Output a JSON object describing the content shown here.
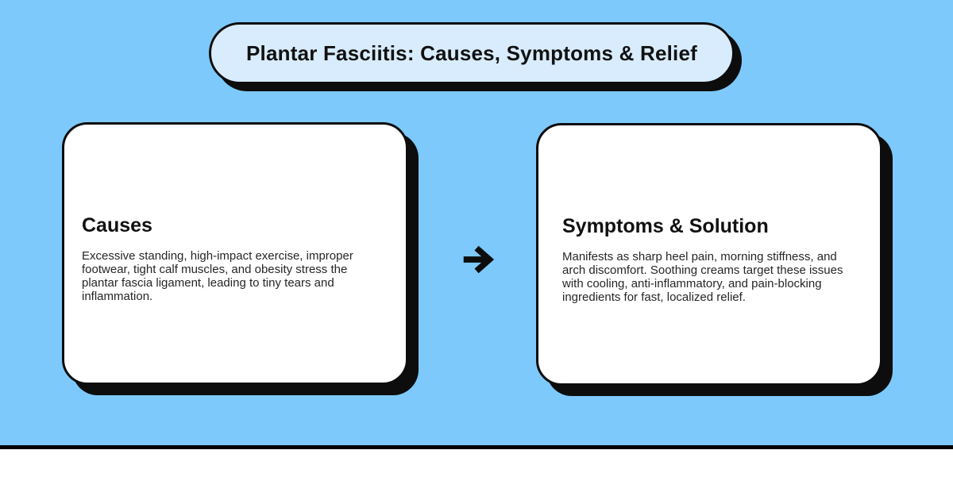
{
  "page": {
    "background_color": "#7dc9fc",
    "divider_color": "#000000",
    "footer_color": "#ffffff"
  },
  "title_banner": {
    "text": "Plantar Fasciitis: Causes, Symptoms & Relief",
    "fill_color": "#d9ecfd",
    "border_color": "#0d0d0d"
  },
  "cards": [
    {
      "heading": "Causes",
      "body": "Excessive standing, high-impact exercise, improper footwear, tight calf muscles, and obesity stress the plantar fascia ligament, leading to tiny tears and inflammation."
    },
    {
      "heading": "Symptoms & Solution",
      "body": "Manifests as sharp heel pain, morning stiffness, and arch discomfort. Soothing creams target these issues with cooling, anti-inflammatory, and pain-blocking ingredients for fast, localized relief."
    }
  ],
  "connector": {
    "icon": "arrow-right-icon",
    "glyph": "→",
    "color": "#0d0d0d"
  }
}
